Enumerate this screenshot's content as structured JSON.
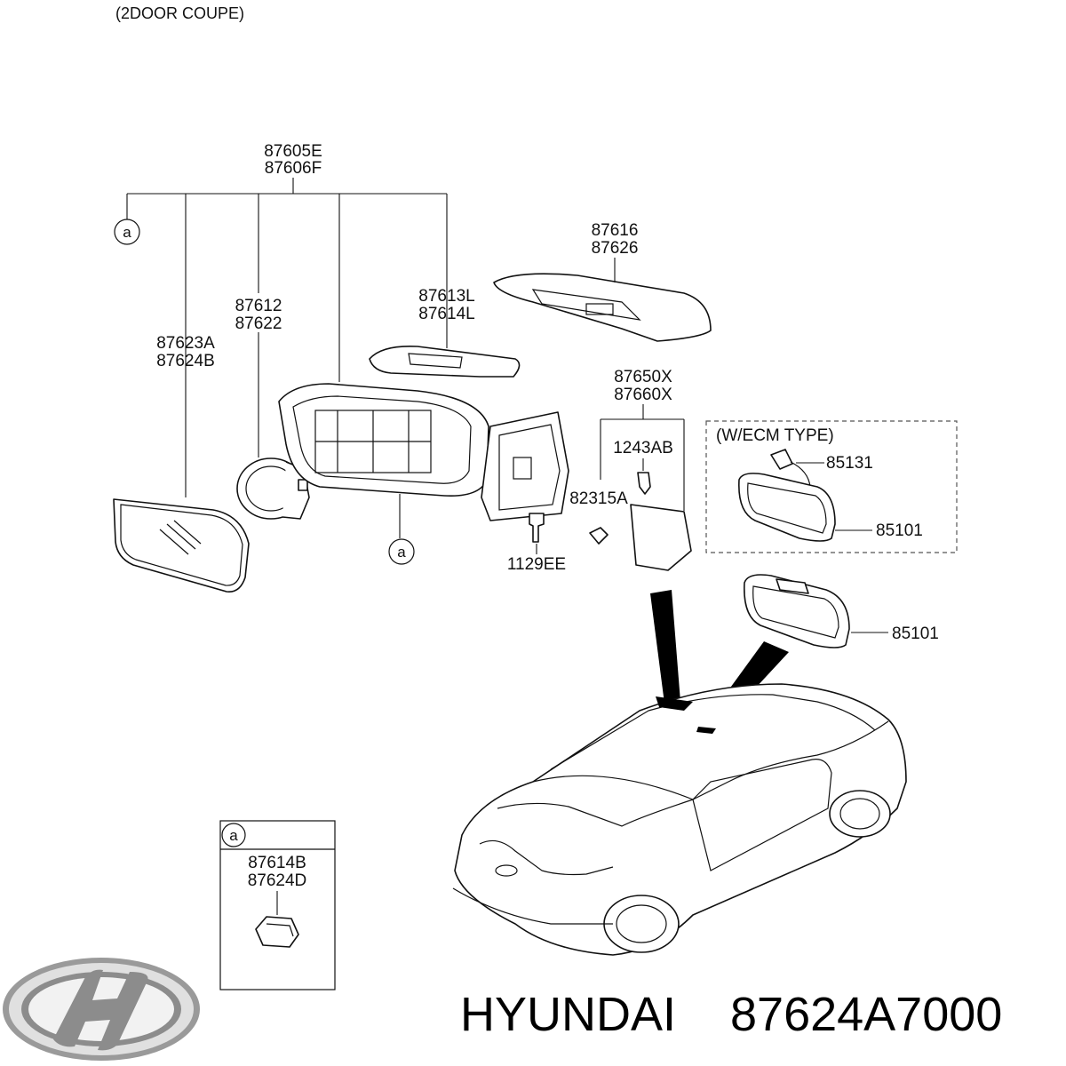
{
  "header": {
    "variant": "(2DOOR COUPE)"
  },
  "callouts": {
    "mirror_assy": [
      "87605E",
      "87606F"
    ],
    "cover_cap": [
      "87616",
      "87626"
    ],
    "garnish": [
      "87613L",
      "87614L"
    ],
    "actuator": [
      "87612",
      "87622"
    ],
    "glass": [
      "87623A",
      "87624B"
    ],
    "sensor": [
      "87650X",
      "87660X"
    ],
    "screw_top": "1243AB",
    "clip": "82315A",
    "bolt": "1129EE",
    "ecm_type": "(W/ECM TYPE)",
    "ecm_wire": "85131",
    "ecm_mirror": "85101",
    "inside_mirror": "85101",
    "ref_a": "a"
  },
  "detail_box": {
    "ref": "a",
    "parts": [
      "87614B",
      "87624D"
    ]
  },
  "footer": {
    "brand": "HYUNDAI",
    "part_number": "87624A7000",
    "logo": "hyundai-logo"
  }
}
